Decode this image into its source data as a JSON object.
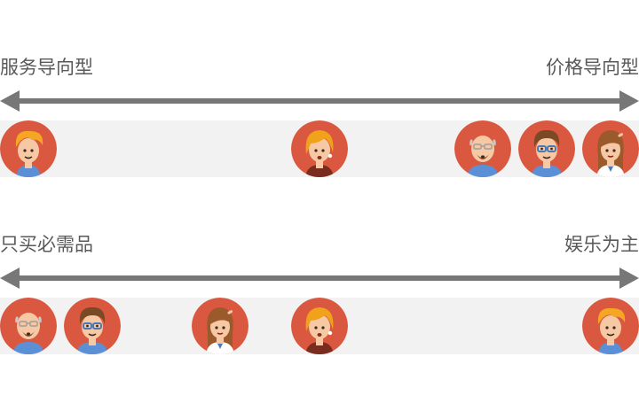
{
  "colors": {
    "axis": "#777777",
    "band": "#f2f2f2",
    "avatar_bg": "#d9583f"
  },
  "scales": [
    {
      "left_label": "服务导向型",
      "right_label": "价格导向型",
      "personas": [
        {
          "icon": "young-man-orange-hair-avatar-icon",
          "kind": "young-man",
          "position": 0.0
        },
        {
          "icon": "woman-short-blonde-hair-avatar-icon",
          "kind": "woman-short",
          "position": 0.5
        },
        {
          "icon": "bald-man-glasses-beard-avatar-icon",
          "kind": "bald-man",
          "position": 0.78
        },
        {
          "icon": "man-brown-hair-glasses-avatar-icon",
          "kind": "glasses-man",
          "position": 0.89
        },
        {
          "icon": "woman-long-brown-hair-avatar-icon",
          "kind": "woman-long",
          "position": 1.0
        }
      ]
    },
    {
      "left_label": "只买必需品",
      "right_label": "娱乐为主",
      "personas": [
        {
          "icon": "bald-man-glasses-beard-avatar-icon",
          "kind": "bald-man",
          "position": 0.0
        },
        {
          "icon": "man-brown-hair-glasses-avatar-icon",
          "kind": "glasses-man",
          "position": 0.11
        },
        {
          "icon": "woman-long-brown-hair-avatar-icon",
          "kind": "woman-long",
          "position": 0.33
        },
        {
          "icon": "woman-short-blonde-hair-avatar-icon",
          "kind": "woman-short",
          "position": 0.5
        },
        {
          "icon": "young-man-orange-hair-avatar-icon",
          "kind": "young-man",
          "position": 1.0
        }
      ]
    }
  ]
}
